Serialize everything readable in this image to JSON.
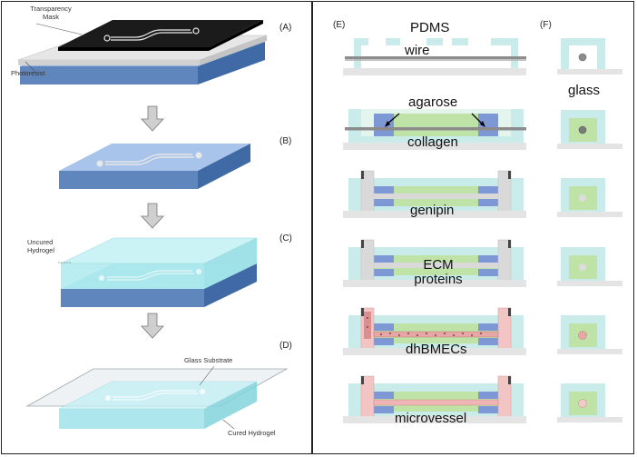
{
  "left_panel": {
    "labels": {
      "a": "(A)",
      "b": "(B)",
      "c": "(C)",
      "d": "(D)",
      "transparency_mask": "Transparency\nMask",
      "photoresist": "Photoresist",
      "uncured_hydrogel": "Uncured\nHydrogel",
      "glass_substrate": "Glass Substrate",
      "cured_hydrogel": "Cured Hydrogel"
    }
  },
  "right_panel": {
    "labels": {
      "e": "(E)",
      "f": "(F)",
      "pdms": "PDMS",
      "wire": "wire",
      "agarose": "agarose",
      "collagen": "collagen",
      "glass": "glass",
      "genipin": "genipin",
      "ecm": "ECM\nproteins",
      "dhbmecs": "dhBMECs",
      "microvessel": "microvessel"
    }
  },
  "colors": {
    "pdms_cyan": "#c9ecea",
    "collagen_green": "#bfe3a6",
    "agarose_blue": "#7e98d6",
    "wire_gray": "#8c8c8c",
    "port_gray": "#d6d6d6",
    "cell_pink": "#e7a7a7",
    "slab_blue": "#6b8fc2",
    "hydrogel_cyan": "#9fe3ea"
  }
}
